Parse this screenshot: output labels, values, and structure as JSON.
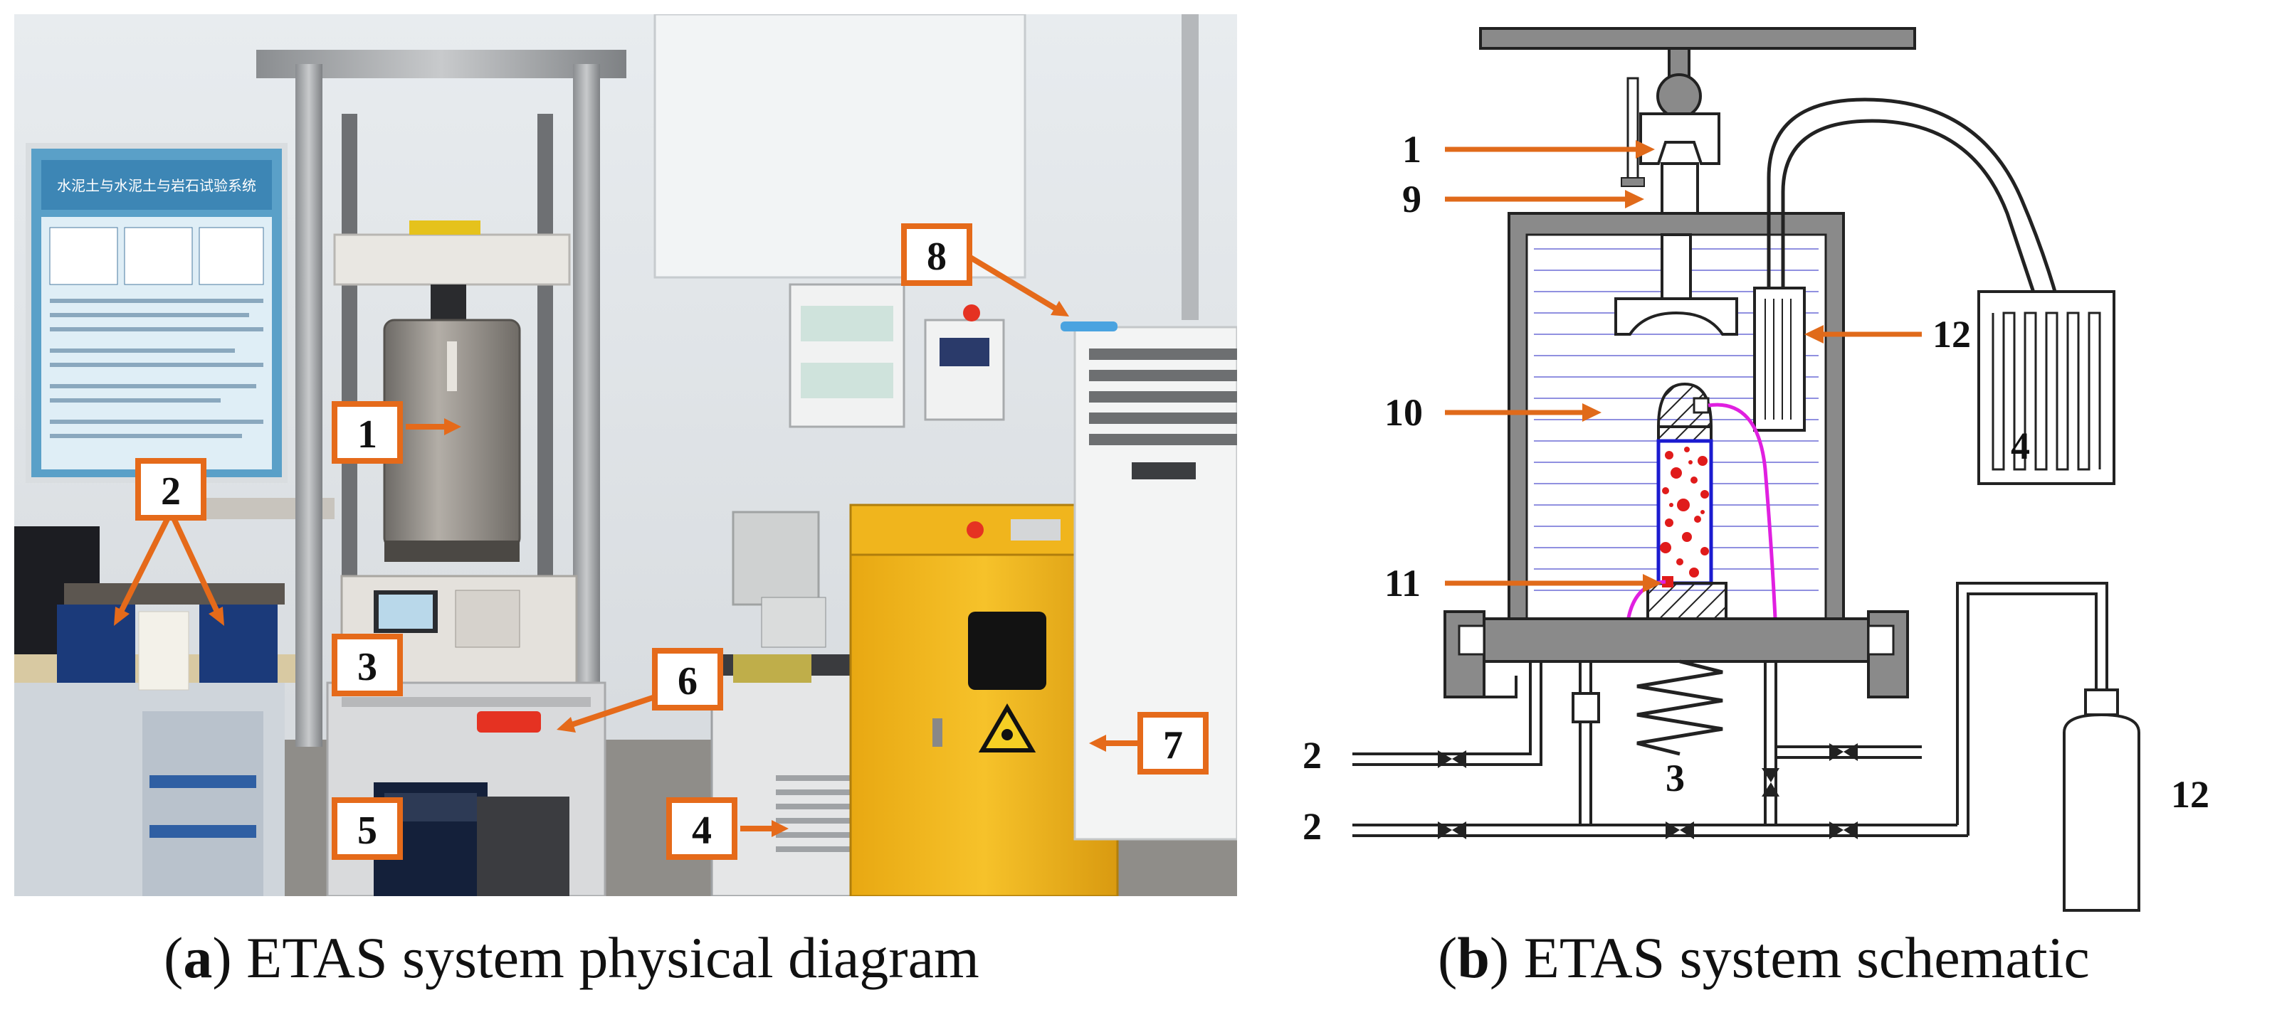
{
  "photo": {
    "poster_title": "水泥土与水泥土与岩石试验系统",
    "callouts": [
      "1",
      "2",
      "3",
      "4",
      "5",
      "6",
      "7",
      "8"
    ],
    "colors": {
      "callout": "#e56a1a",
      "cabinet": "#f2b81c"
    }
  },
  "schematic": {
    "labels": {
      "n1": "1",
      "n9": "9",
      "n10": "10",
      "n11": "11",
      "n12_bath": "12",
      "n4": "4",
      "n3": "3",
      "n2_top": "2",
      "n2_bottom": "2",
      "n12_cylinder": "12"
    },
    "colors": {
      "arrow": "#e06a1a",
      "tube": "#e020e0",
      "specimen": "#e01b1b",
      "water": "#9090e0"
    }
  },
  "captions": {
    "a_letter": "a",
    "a_text": " ETAS system physical diagram",
    "b_letter": "b",
    "b_text": " ETAS system schematic"
  }
}
